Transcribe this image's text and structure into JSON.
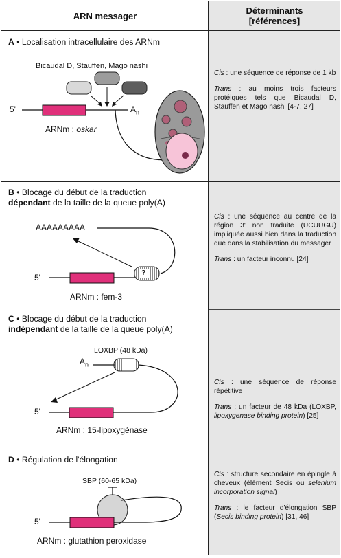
{
  "header": {
    "left": "ARN messager",
    "right_line1": "Déterminants",
    "right_line2": "[références]"
  },
  "sections": {
    "a": {
      "letter": "A",
      "title": " • Localisation intracellulaire des ARNm",
      "factors": "Bicaudal D, Stauffen, Mago nashi",
      "five_prime": "5'",
      "an": "A",
      "an_sub": "n",
      "mrna_prefix": "ARNm : ",
      "mrna_name": "oskar",
      "cis_label": "Cis",
      "cis_text": " : une séquence de réponse de 1 kb",
      "trans_label": "Trans",
      "trans_text": " : au moins trois facteurs protéiques tels que Bicaudal D, Stauffen et Mago nashi [4-7, 27]"
    },
    "b": {
      "letter": "B",
      "title_line1": " • Blocage du début de la traduction",
      "title_bold": "dépendant",
      "title_rest": " de la taille de la queue poly(A)",
      "polya": "AAAAAAAAA",
      "question": "?",
      "five_prime": "5'",
      "mrna": "ARNm : fem-3",
      "cis_label": "Cis",
      "cis_text": " : une séquence au centre de la région 3' non traduite (UCUUGU) impliquée aussi bien dans la traduction que dans la stabilisation du messager",
      "trans_label": "Trans",
      "trans_text": " : un facteur inconnu [24]"
    },
    "c": {
      "letter": "C",
      "title_line1": " • Blocage du début de la traduction",
      "title_bold": "indépendant",
      "title_rest": " de la taille de la queue poly(A)",
      "factor": "LOXBP (48 kDa)",
      "an": "A",
      "an_sub": "n",
      "five_prime": "5'",
      "mrna": "ARNm : 15-lipoxygénase",
      "cis_label": "Cis",
      "cis_text": " : une séquence de réponse répétitive",
      "trans_label": "Trans",
      "trans_text_1": " : un facteur de 48 kDa (LOXBP, ",
      "trans_italic": "lipoxygenase binding protein",
      "trans_text_2": ") [25]"
    },
    "d": {
      "letter": "D",
      "title": " • Régulation de l'élongation",
      "factor": "SBP (60-65 kDa)",
      "five_prime": "5'",
      "mrna": "ARNm : glutathion peroxidase",
      "cis_label": "Cis",
      "cis_text_1": " : structure secondaire en épingle à cheveux (élément Secis ou ",
      "cis_italic": "selenium incorporation signal",
      "cis_text_2": ")",
      "trans_label": "Trans",
      "trans_text_1": " : le facteur d'élongation SBP (",
      "trans_italic": "Secis binding protein",
      "trans_text_2": ") [31, 46]"
    }
  },
  "colors": {
    "coding_region": "#e0307a",
    "panel_grey": "#e6e6e6",
    "oocyte": "#9a9a9a",
    "nucleus": "#f7c4d8",
    "dots": "#b06078"
  }
}
